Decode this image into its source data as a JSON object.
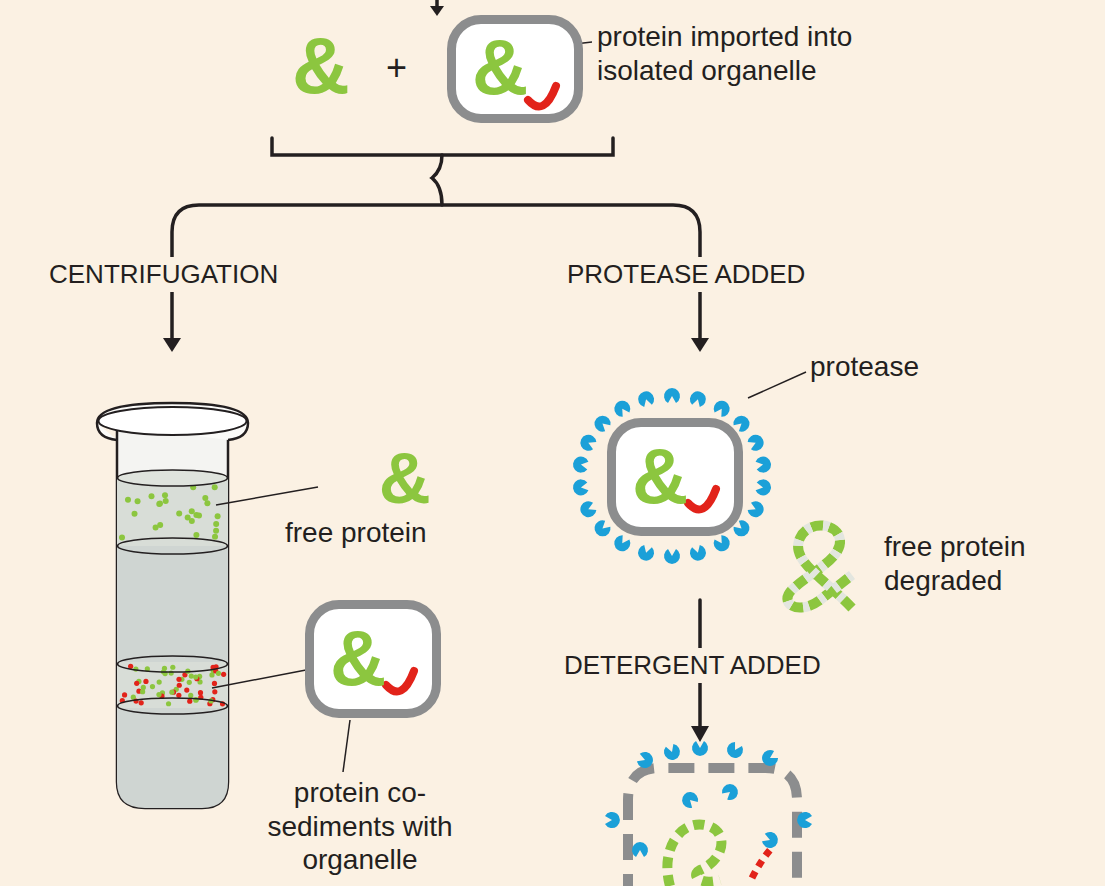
{
  "diagram": {
    "nodes": [
      {
        "text": [
          "&"
        ]
      },
      {
        "text": [
          "&"
        ]
      },
      {
        "text": [
          "&"
        ]
      }
    ],
    "labels": [
      "&",
      "+",
      "protein imported into isolated organelle",
      "CENTRIFUGATION",
      "PROTEASE ADDED",
      "&",
      "free protein",
      "protein co-sediments with organelle",
      "protease",
      "free protein degraded",
      "DETERGENT ADDED"
    ]
  }
}
